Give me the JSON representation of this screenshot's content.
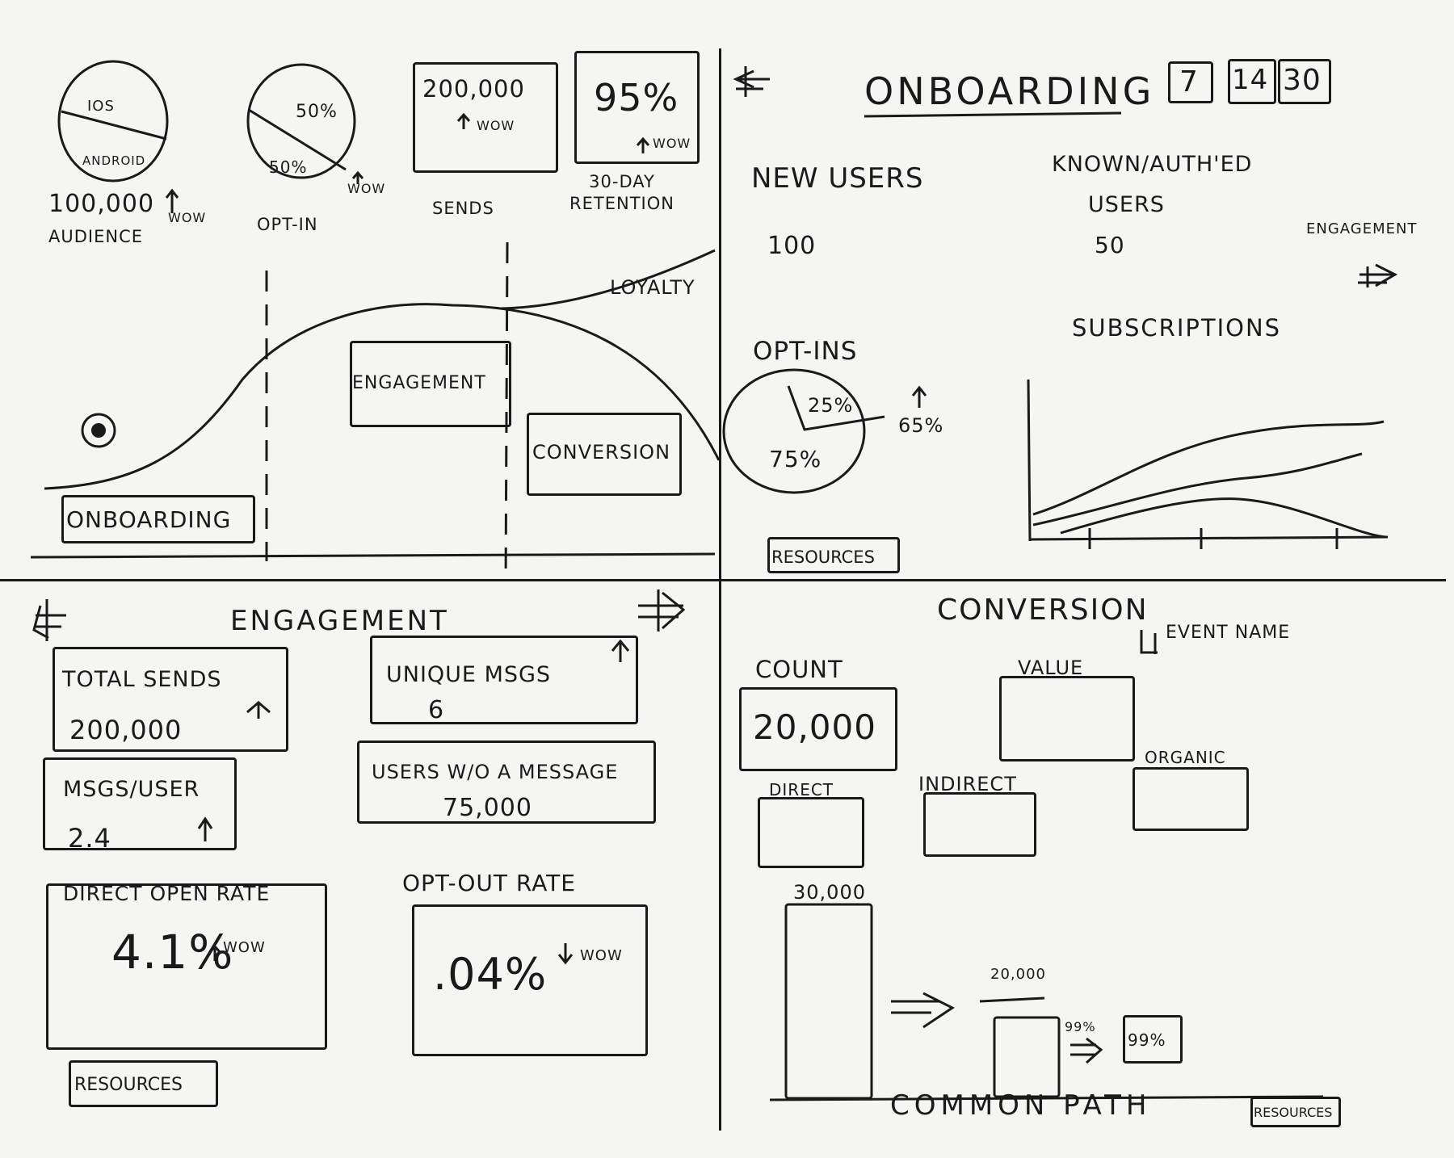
{
  "top_metrics": {
    "audience": {
      "pie_top": "IOS",
      "pie_bottom": "ANDROID",
      "value": "100,000",
      "label": "AUDIENCE",
      "trend": "WOW"
    },
    "opt_in": {
      "slice_a": "50%",
      "slice_b": "50%",
      "label": "OPT-IN",
      "trend": "WOW"
    },
    "sends": {
      "value": "200,000",
      "trend": "WOW",
      "label": "SENDS"
    },
    "retention": {
      "value": "95%",
      "trend": "WOW",
      "label": "30-DAY RETENTION"
    }
  },
  "lifecycle": {
    "stages": [
      "ONBOARDING",
      "ENGAGEMENT",
      "CONVERSION"
    ],
    "loyalty_label": "LOYALTY"
  },
  "onboarding_panel": {
    "title": "ONBOARDING",
    "ranges": [
      "7",
      "14",
      "30"
    ],
    "new_users_label": "NEW USERS",
    "new_users_value": "100",
    "known_users_label_1": "KNOWN/AUTH'ED",
    "known_users_label_2": "USERS",
    "known_users_value": "50",
    "next_label": "ENGAGEMENT",
    "opt_ins_title": "OPT-INS",
    "opt_ins_slice": "25%",
    "opt_ins_rest": "75%",
    "opt_ins_side": "65%",
    "subscriptions_title": "SUBSCRIPTIONS",
    "resources": "RESOURCES"
  },
  "engagement_panel": {
    "title": "ENGAGEMENT",
    "total_sends_label": "TOTAL SENDS",
    "total_sends_value": "200,000",
    "unique_msgs_label": "UNIQUE MSGS",
    "unique_msgs_value": "6",
    "msgs_per_user_label": "MSGS/USER",
    "msgs_per_user_value": "2.4",
    "users_without_label": "USERS W/O A MESSAGE",
    "users_without_value": "75,000",
    "direct_open_label": "DIRECT OPEN RATE",
    "direct_open_value": "4.1%",
    "direct_open_trend": "WOW",
    "opt_out_label": "OPT-OUT RATE",
    "opt_out_value": ".04%",
    "opt_out_trend": "WOW",
    "resources": "RESOURCES"
  },
  "conversion_panel": {
    "title": "CONVERSION",
    "event_name": "EVENT NAME",
    "count_label": "COUNT",
    "count_value": "20,000",
    "value_label": "VALUE",
    "direct_label": "DIRECT",
    "indirect_label": "INDIRECT",
    "organic_label": "ORGANIC",
    "bar1_value": "30,000",
    "bar2_value": "20,000",
    "pct_arrow": "99%",
    "pct_box": "99%",
    "common_path": "COMMON PATH",
    "resources": "RESOURCES"
  },
  "colors": {
    "ink": "#1a1a1a",
    "paper": "#f5f5f3"
  }
}
